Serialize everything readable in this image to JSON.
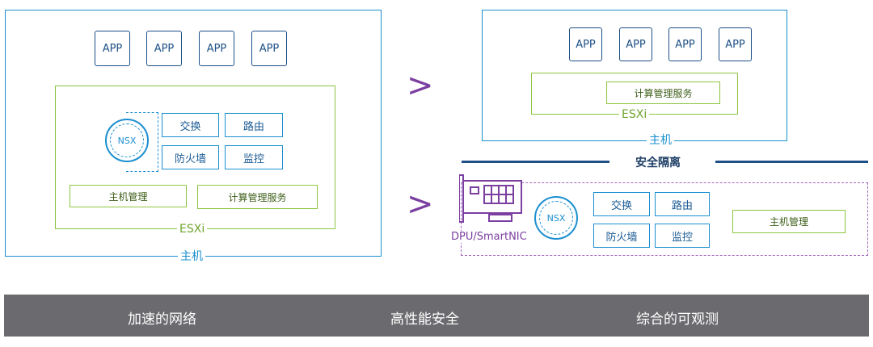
{
  "left": {
    "apps": [
      "APP",
      "APP",
      "APP",
      "APP"
    ],
    "nsx_label": "NSX",
    "services": [
      "交换",
      "路由",
      "防火墙",
      "监控"
    ],
    "mgmt": "主机管理",
    "compute": "计算管理服务",
    "esxi_label": "ESXi",
    "host_label": "主机"
  },
  "arrows": [
    ">",
    ">"
  ],
  "right": {
    "apps": [
      "APP",
      "APP",
      "APP",
      "APP"
    ],
    "compute": "计算管理服务",
    "esxi_label": "ESXi",
    "host_label": "主机",
    "isolation_label": "安全隔离",
    "dpu_label": "DPU/SmartNIC",
    "nsx_label": "NSX",
    "services": [
      "交换",
      "路由",
      "防火墙",
      "监控"
    ],
    "mgmt": "主机管理"
  },
  "footer": {
    "items": [
      "加速的网络",
      "高性能安全",
      "综合的可观测"
    ]
  },
  "colors": {
    "host_blue": "#1b8fd0",
    "esxi_green": "#8cc63f",
    "app_navy": "#1c4f86",
    "dpu_purple": "#7b3fa0",
    "footer_gray": "#6b6b6f"
  }
}
